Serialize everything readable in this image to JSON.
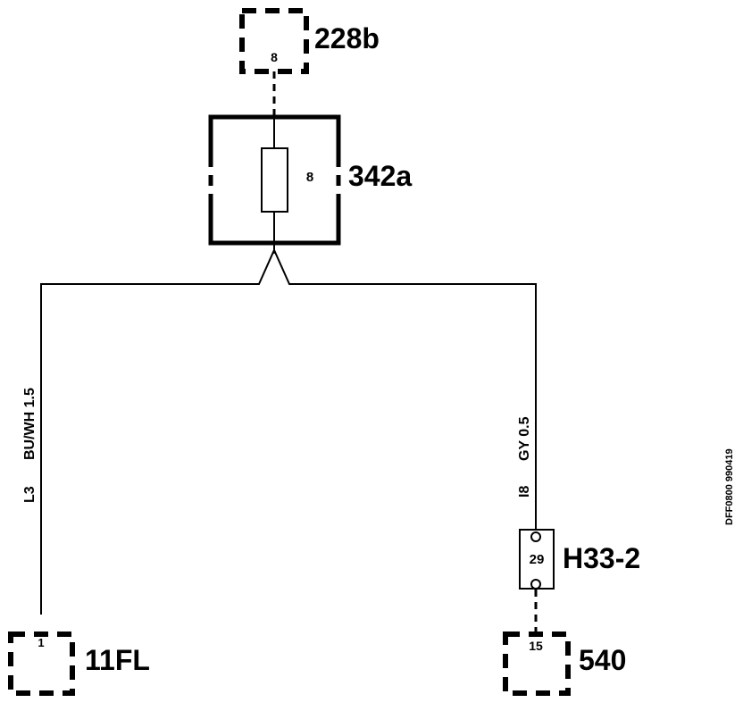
{
  "components": {
    "connector_228b": {
      "label": "228b",
      "pin": "8"
    },
    "fuse_342a": {
      "label": "342a",
      "pin": "8"
    },
    "connector_11fl": {
      "label": "11FL",
      "pin": "1"
    },
    "connector_h33_2": {
      "label": "H33-2",
      "pin": "29"
    },
    "connector_540": {
      "label": "540",
      "pin": "15"
    }
  },
  "wires": {
    "left": {
      "circuit": "L3",
      "spec": "BU/WH 1.5"
    },
    "right": {
      "circuit": "I8",
      "spec": "GY 0.5"
    }
  },
  "reference": "DFF0800 990419"
}
